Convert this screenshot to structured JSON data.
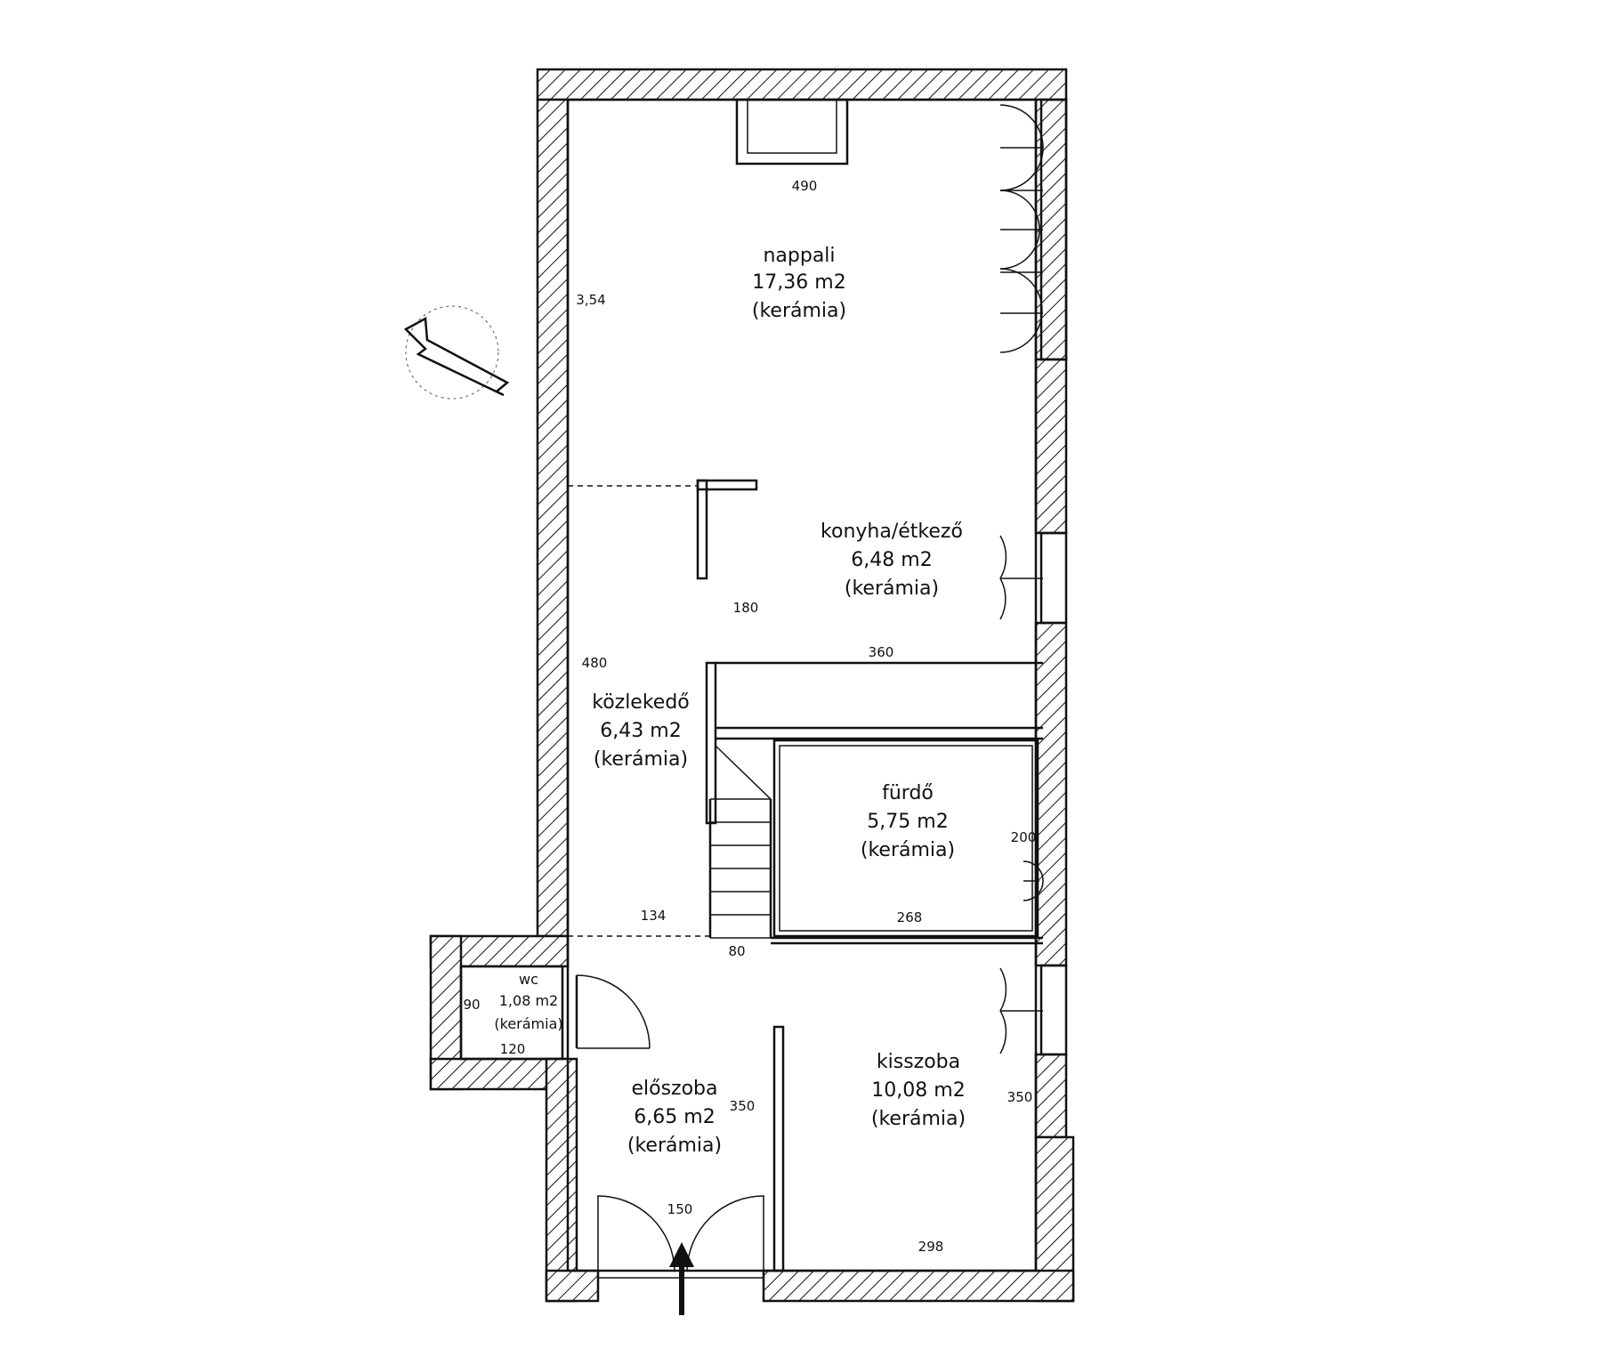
{
  "rooms": {
    "nappali": {
      "name": "nappali",
      "area": "17,36 m2",
      "floor": "(kerámia)"
    },
    "konyha": {
      "name": "konyha/étkező",
      "area": "6,48 m2",
      "floor": "(kerámia)"
    },
    "kozlekedo": {
      "name": "közlekedő",
      "area": "6,43 m2",
      "floor": "(kerámia)"
    },
    "furdo": {
      "name": "fürdő",
      "area": "5,75 m2",
      "floor": "(kerámia)"
    },
    "wc": {
      "name": "wc",
      "area": "1,08 m2",
      "floor": "(kerámia)"
    },
    "eloszoba": {
      "name": "előszoba",
      "area": "6,65 m2",
      "floor": "(kerámia)"
    },
    "kisszoba": {
      "name": "kisszoba",
      "area": "10,08 m2",
      "floor": "(kerámia)"
    }
  },
  "dimensions": {
    "d490": "490",
    "d354": "3,54",
    "d180": "180",
    "d360": "360",
    "d480": "480",
    "d200": "200",
    "d134": "134",
    "d268": "268",
    "d80": "80",
    "d90": "90",
    "d120": "120",
    "d350a": "350",
    "d350b": "350",
    "d150": "150",
    "d298": "298"
  }
}
